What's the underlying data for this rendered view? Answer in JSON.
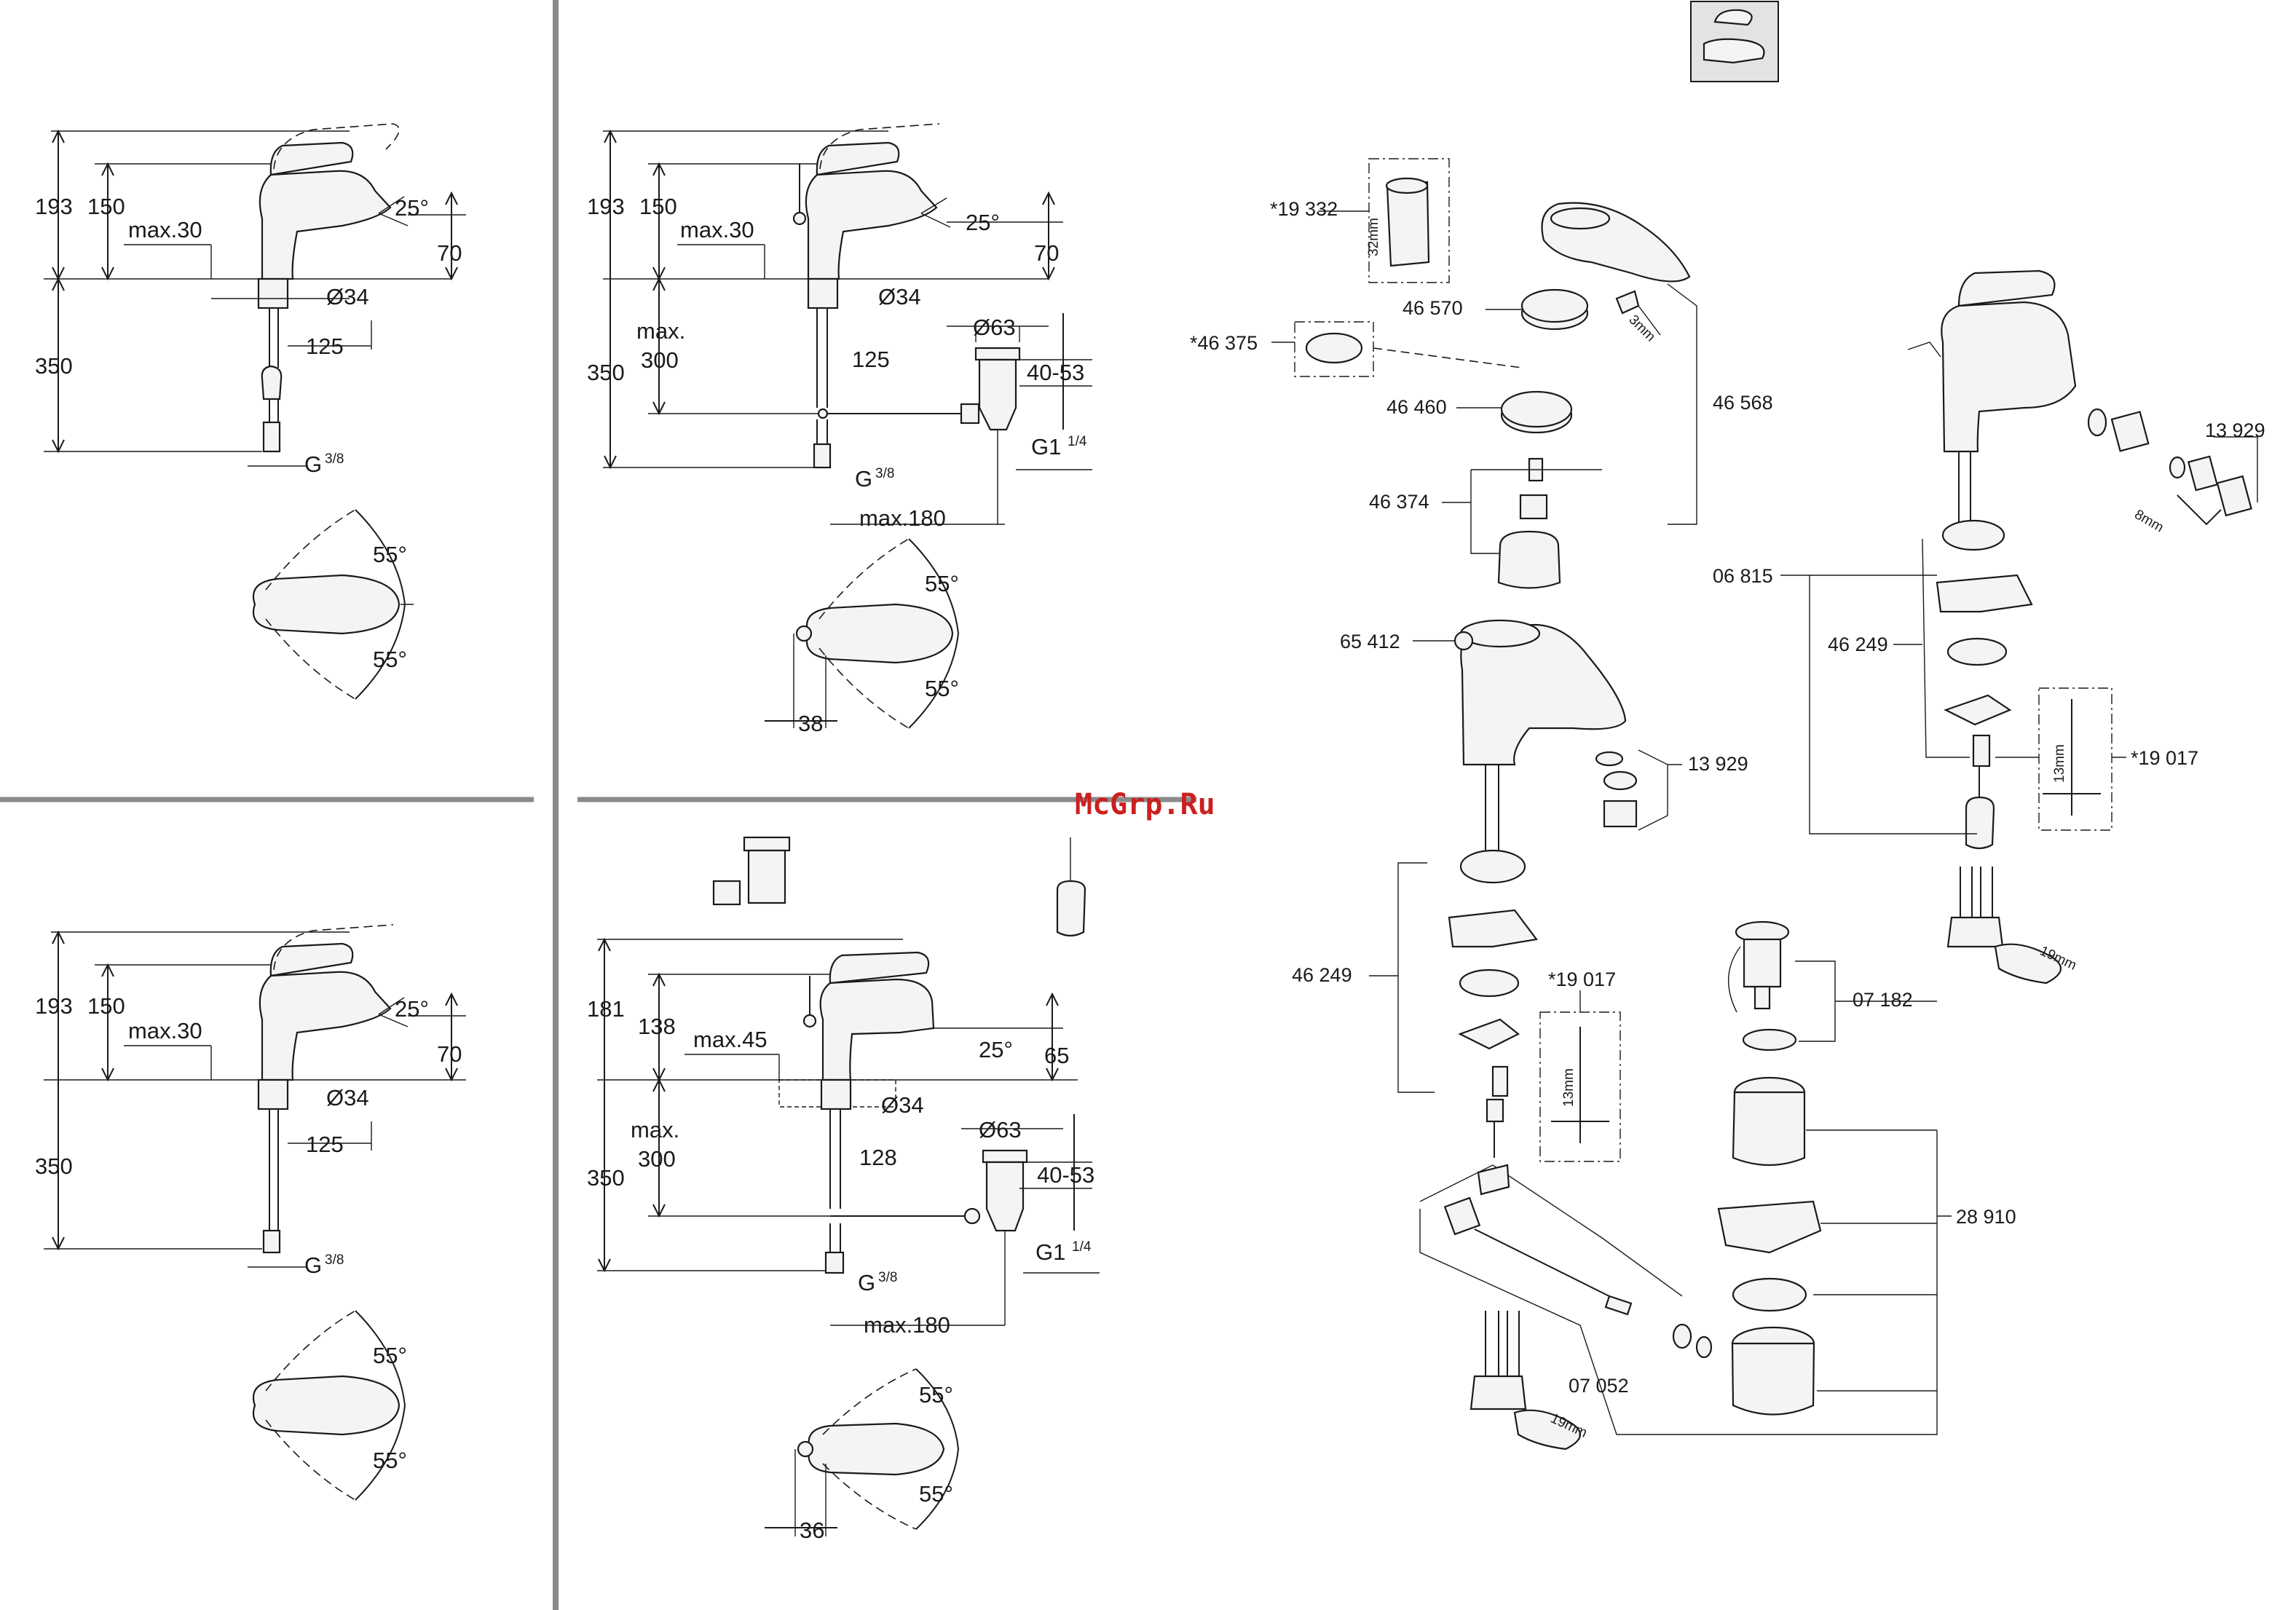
{
  "watermark": "McGrp.Ru",
  "panels": {
    "basin_a": {
      "d193": "193",
      "d150": "150",
      "dmax30": "max.30",
      "dangle": "25°",
      "d70": "70",
      "d350": "350",
      "ddia34": "Ø34",
      "d125": "125",
      "dthread": "G",
      "dfrac": "3/8",
      "rot_top": "55°",
      "rot_bottom": "55°"
    },
    "basin_b": {
      "d193": "193",
      "d150": "150",
      "dmax30": "max.30",
      "dangle": "25°",
      "d70": "70",
      "d350": "350",
      "dmax": "max.",
      "d300": "300",
      "ddia34": "Ø34",
      "d125": "125",
      "ddia63": "Ø63",
      "d4053": "40-53",
      "dthreadG1": "G1",
      "dfrac14": "1/4",
      "dthread": "G",
      "dfrac": "3/8",
      "dmax180": "max.180",
      "rot_top": "55°",
      "rot_bottom": "55°",
      "d38": "38"
    },
    "basin_c": {
      "d193": "193",
      "d150": "150",
      "dmax30": "max.30",
      "dangle": "25°",
      "d70": "70",
      "d350": "350",
      "ddia34": "Ø34",
      "d125": "125",
      "dthread": "G",
      "dfrac": "3/8",
      "rot_top": "55°",
      "rot_bottom": "55°"
    },
    "bidet": {
      "d181": "181",
      "d138": "138",
      "dmax45": "max.45",
      "dangle": "25°",
      "d65": "65",
      "d350": "350",
      "dmax": "max.",
      "d300": "300",
      "ddia34": "Ø34",
      "d128": "128",
      "ddia63": "Ø63",
      "d4053": "40-53",
      "dthreadG1": "G1",
      "dfrac14": "1/4",
      "dthread": "G",
      "dfrac": "3/8",
      "dmax180": "max.180",
      "rot_top": "55°",
      "rot_bottom": "55°",
      "d36": "36"
    }
  },
  "parts": {
    "p19332": "*19 332",
    "p46570": "46 570",
    "p46375": "*46 375",
    "p46460": "46 460",
    "p46568": "46 568",
    "p46374": "46 374",
    "p65412": "65 412",
    "p13929a": "13 929",
    "p46249a": "46 249",
    "p19017a": "*19 017",
    "p07182": "07 182",
    "p28910": "28 910",
    "p07052": "07 052",
    "p06815": "06 815",
    "p13929b": "13 929",
    "p46249b": "46 249",
    "p19017b": "*19 017"
  },
  "tool_sizes": {
    "t32mm": "32mm",
    "t3mm": "3mm",
    "t8mm": "8mm",
    "t13mm_a": "13mm",
    "t13mm_b": "13mm",
    "t19mm_a": "19mm",
    "t19mm_b": "19mm"
  }
}
